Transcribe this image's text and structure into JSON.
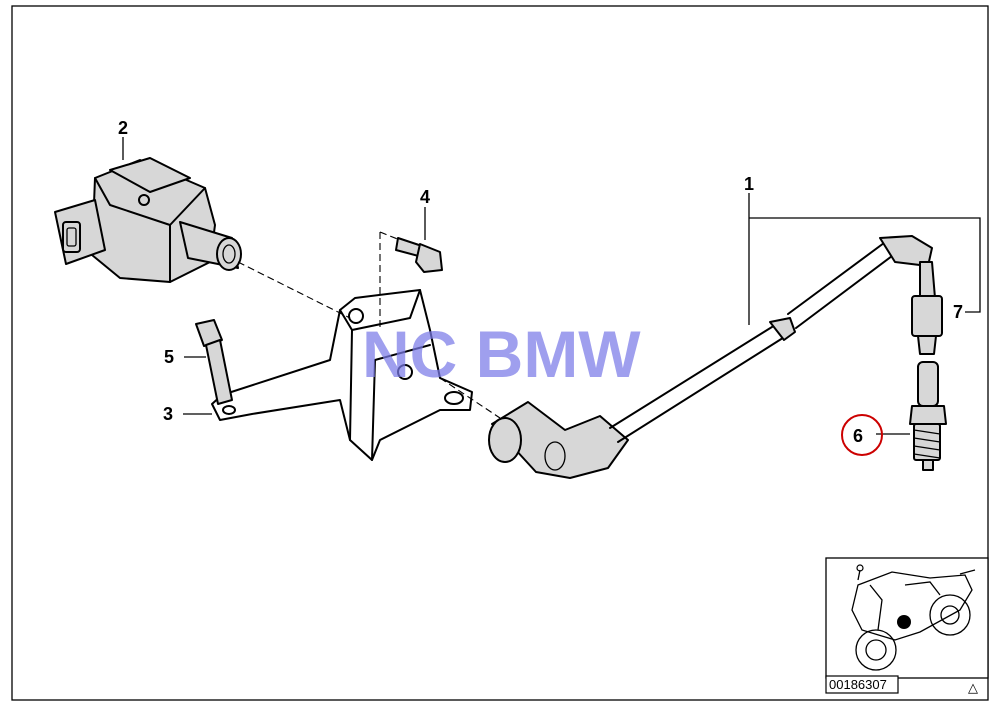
{
  "watermark": "NC BMW",
  "callouts": [
    {
      "id": "1",
      "label": "1"
    },
    {
      "id": "2",
      "label": "2"
    },
    {
      "id": "3",
      "label": "3"
    },
    {
      "id": "4",
      "label": "4"
    },
    {
      "id": "5",
      "label": "5"
    },
    {
      "id": "6",
      "label": "6",
      "highlighted": true
    },
    {
      "id": "7",
      "label": "7"
    }
  ],
  "thumbnail": {
    "diagram_number": "00186307",
    "corner_symbol": "△"
  },
  "colors": {
    "line": "#000000",
    "part_fill": "#d7d7d7",
    "highlight_circle": "#cc0000",
    "watermark": "#7a7ae8"
  }
}
